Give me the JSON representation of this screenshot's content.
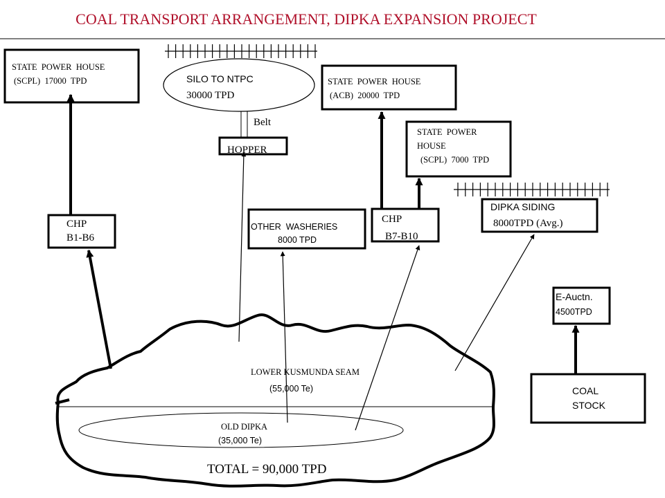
{
  "title": "COAL TRANSPORT ARRANGEMENT, DIPKA EXPANSION PROJECT",
  "colors": {
    "title": "#b0102a",
    "line": "#000000",
    "background": "#ffffff"
  },
  "boxes": {
    "scpl17000": {
      "line1": "STATE  POWER  HOUSE",
      "line2": "(SCPL)  17000  TPD"
    },
    "silo": {
      "line1": "SILO TO NTPC",
      "line2": "30000 TPD"
    },
    "belt": "Belt",
    "hopper": "HOPPER",
    "acb": {
      "line1": "STATE  POWER  HOUSE",
      "line2": "(ACB)  20000  TPD"
    },
    "scpl7000": {
      "line1": "STATE  POWER",
      "line2": "HOUSE",
      "line3": "(SCPL)  7000  TPD"
    },
    "chp_b1": {
      "line1": "CHP",
      "line2": "B1-B6"
    },
    "washeries": {
      "line1": "OTHER  WASHERIES",
      "line2": "8000 TPD"
    },
    "chp_b7": {
      "line1": "CHP",
      "line2": "B7-B10"
    },
    "siding": {
      "line1": "DIPKA SIDING",
      "line2": "8000TPD (Avg.)"
    },
    "eauction": {
      "line1": "E-Auctn.",
      "line2": "4500TPD"
    },
    "coalstock": {
      "line1": "COAL",
      "line2": "STOCK"
    }
  },
  "mine": {
    "seam_label": "LOWER KUSMUNDA SEAM",
    "seam_value": "(55,000 Te)",
    "old_label": "OLD DIPKA",
    "old_value": "(35,000 Te)",
    "total": "TOTAL = 90,000 TPD"
  }
}
